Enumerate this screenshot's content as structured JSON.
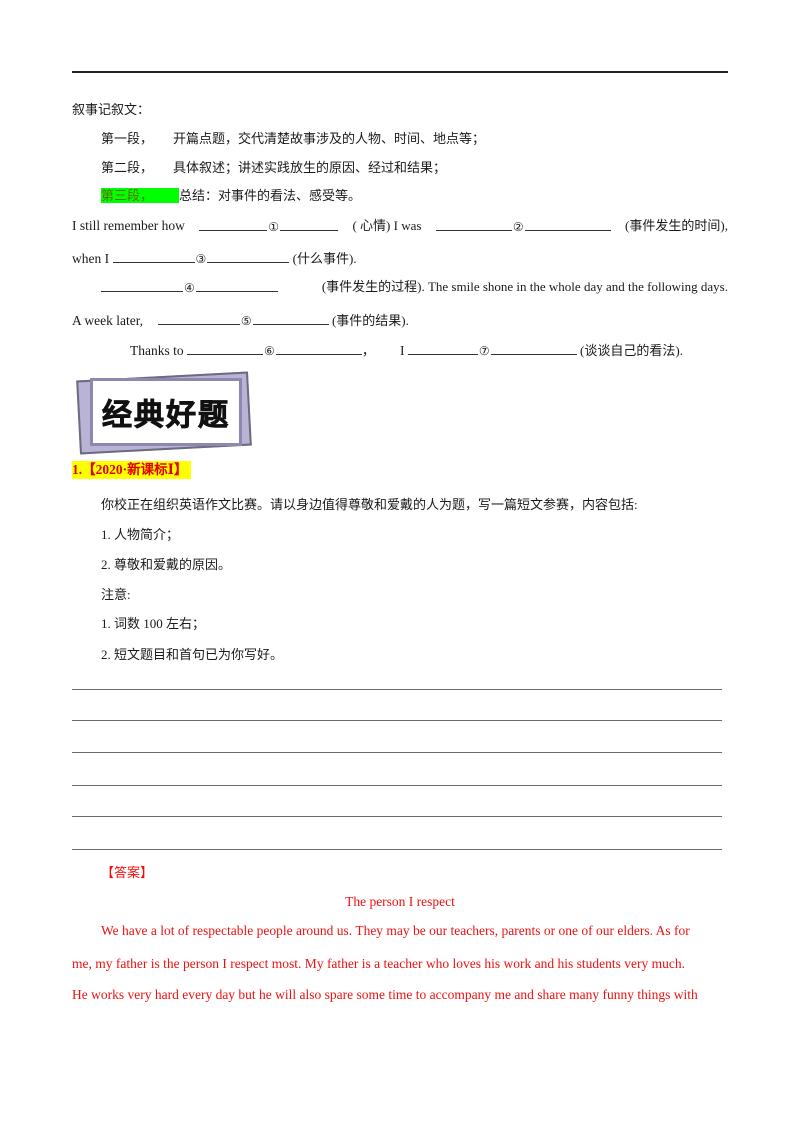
{
  "outline": {
    "heading": "叙事记叙文：",
    "items": [
      {
        "label": "第一段，",
        "text": "开篇点题，交代清楚故事涉及的人物、时间、地点等；"
      },
      {
        "label": "第二段，",
        "text": "具体叙述；讲述实践放生的原因、经过和结果；"
      },
      {
        "label": "第三段，",
        "text": "总结：对事件的看法、感受等。",
        "highlight": "#00ff00"
      }
    ]
  },
  "template": {
    "line1": {
      "a": "I still remember how",
      "n1": "①",
      "h1": "( 心情) I was",
      "n2": "②",
      "h2": "(事件发生的时间),"
    },
    "line2": {
      "a": "when I",
      "n3": "③",
      "h3": "(什么事件)."
    },
    "line3": {
      "n4": "④",
      "h4": "(事件发生的过程). The smile shone in the whole day and the following days."
    },
    "line4": {
      "a": "A week later,",
      "n5": "⑤",
      "h5": "(事件的结果)."
    },
    "line5": {
      "a": "Thanks to",
      "n6": "⑥",
      "comma": "，",
      "i": "I",
      "n7": "⑦",
      "h7": "(谈谈自己的看法)."
    }
  },
  "banner": {
    "title": "经典好题",
    "colors": {
      "frame": "#8e88b0",
      "back": "#b9b3d6"
    }
  },
  "question": {
    "tag": "1.【2020·新课标Ⅰ】",
    "tag_bg": "#ffff00",
    "tag_color": "#e00000",
    "prompt": "你校正在组织英语作文比赛。请以身边值得尊敬和爱戴的人为题，写一篇短文参赛，内容包括:",
    "points": [
      "1. 人物简介；",
      "2. 尊敬和爱戴的原因。"
    ],
    "note_label": "注意:",
    "notes": [
      "1. 词数 100 左右；",
      "2. 短文题目和首句已为你写好。"
    ],
    "writing_lines": 6
  },
  "answer": {
    "label": "【答案】",
    "title": "The person I respect",
    "color": "#ee1111",
    "lines": [
      "We have a lot of respectable people around us. They may be our teachers, parents or one of our elders. As for",
      "me, my father is the person I respect most. My father is a teacher who loves his work and his students very much.",
      "He works very hard every day but he will also spare some time to accompany me and share many funny things with"
    ]
  }
}
